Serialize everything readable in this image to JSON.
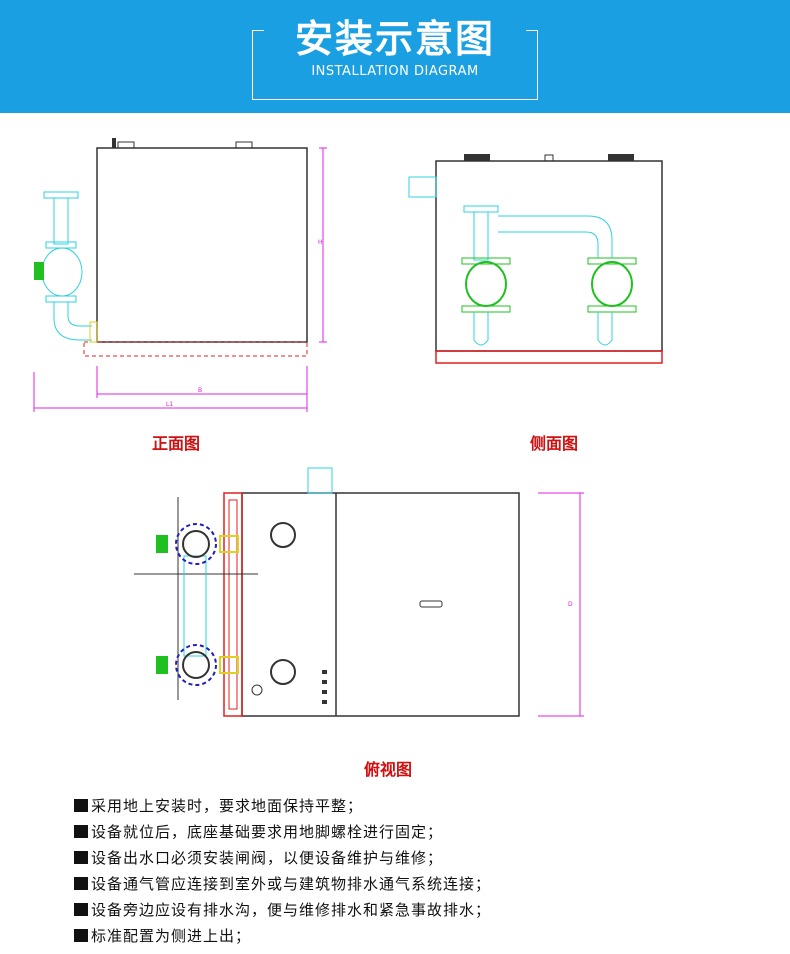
{
  "header": {
    "title": "安装示意图",
    "subtitle": "INSTALLATION DIAGRAM"
  },
  "captions": {
    "front": "正面图",
    "side": "侧面图",
    "top": "俯视图"
  },
  "dimensions": {
    "h": "H",
    "b": "B",
    "l1": "L1",
    "d": "D"
  },
  "notes": [
    "采用地上安装时，要求地面保持平整；",
    "设备就位后，底座基础要求用地脚螺栓进行固定；",
    "设备出水口必须安装闸阀，以便设备维护与维修；",
    "设备通气管应连接到室外或与建筑物排水通气系统连接；",
    "设备旁边应设有排水沟，便与维修排水和紧急事故排水；",
    "标准配置为侧进上出；"
  ],
  "colors": {
    "banner": "#1a9fe2",
    "caption": "#d01010",
    "dimension": "#e020e0",
    "pipe": "#30d0e0",
    "valve": "#20c020",
    "base": "#e02020"
  }
}
